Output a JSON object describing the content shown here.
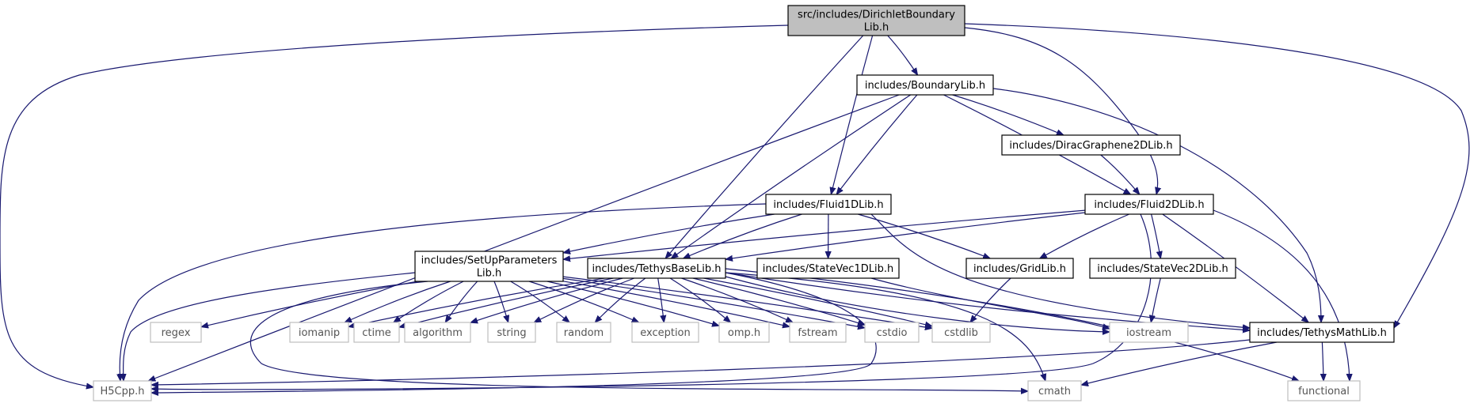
{
  "nodes": {
    "dirichlet": {
      "lines": [
        "src/includes/DirichletBoundary",
        "Lib.h"
      ],
      "kind": "root"
    },
    "boundary": {
      "lines": [
        "includes/BoundaryLib.h"
      ],
      "kind": "project"
    },
    "dirac": {
      "lines": [
        "includes/DiracGraphene2DLib.h"
      ],
      "kind": "project"
    },
    "fluid1d": {
      "lines": [
        "includes/Fluid1DLib.h"
      ],
      "kind": "project"
    },
    "fluid2d": {
      "lines": [
        "includes/Fluid2DLib.h"
      ],
      "kind": "project"
    },
    "setup": {
      "lines": [
        "includes/SetUpParameters",
        "Lib.h"
      ],
      "kind": "project"
    },
    "tethysbase": {
      "lines": [
        "includes/TethysBaseLib.h"
      ],
      "kind": "project"
    },
    "statevec1d": {
      "lines": [
        "includes/StateVec1DLib.h"
      ],
      "kind": "project"
    },
    "gridlib": {
      "lines": [
        "includes/GridLib.h"
      ],
      "kind": "project"
    },
    "statevec2d": {
      "lines": [
        "includes/StateVec2DLib.h"
      ],
      "kind": "project"
    },
    "tethysmath": {
      "lines": [
        "includes/TethysMathLib.h"
      ],
      "kind": "project"
    },
    "regex": {
      "lines": [
        "regex"
      ],
      "kind": "system"
    },
    "iomanip": {
      "lines": [
        "iomanip"
      ],
      "kind": "system"
    },
    "ctime": {
      "lines": [
        "ctime"
      ],
      "kind": "system"
    },
    "algorithm": {
      "lines": [
        "algorithm"
      ],
      "kind": "system"
    },
    "string": {
      "lines": [
        "string"
      ],
      "kind": "system"
    },
    "random": {
      "lines": [
        "random"
      ],
      "kind": "system"
    },
    "exception": {
      "lines": [
        "exception"
      ],
      "kind": "system"
    },
    "omph": {
      "lines": [
        "omp.h"
      ],
      "kind": "system"
    },
    "fstream": {
      "lines": [
        "fstream"
      ],
      "kind": "system"
    },
    "cstdio": {
      "lines": [
        "cstdio"
      ],
      "kind": "system"
    },
    "cstdlib": {
      "lines": [
        "cstdlib"
      ],
      "kind": "system"
    },
    "iostream": {
      "lines": [
        "iostream"
      ],
      "kind": "system"
    },
    "h5cpp": {
      "lines": [
        "H5Cpp.h"
      ],
      "kind": "system"
    },
    "cmath": {
      "lines": [
        "cmath"
      ],
      "kind": "system"
    },
    "functional": {
      "lines": [
        "functional"
      ],
      "kind": "system"
    }
  },
  "edges": [
    [
      "dirichlet",
      "boundary"
    ],
    [
      "dirichlet",
      "fluid1d"
    ],
    [
      "dirichlet",
      "fluid2d"
    ],
    [
      "dirichlet",
      "tethysbase"
    ],
    [
      "dirichlet",
      "tethysmath"
    ],
    [
      "dirichlet",
      "h5cpp"
    ],
    [
      "boundary",
      "dirac"
    ],
    [
      "boundary",
      "fluid1d"
    ],
    [
      "boundary",
      "fluid2d"
    ],
    [
      "boundary",
      "tethysbase"
    ],
    [
      "boundary",
      "tethysmath"
    ],
    [
      "boundary",
      "h5cpp"
    ],
    [
      "dirac",
      "fluid2d"
    ],
    [
      "fluid1d",
      "setup"
    ],
    [
      "fluid1d",
      "tethysbase"
    ],
    [
      "fluid1d",
      "statevec1d"
    ],
    [
      "fluid1d",
      "gridlib"
    ],
    [
      "fluid1d",
      "tethysmath"
    ],
    [
      "fluid1d",
      "h5cpp"
    ],
    [
      "fluid2d",
      "setup"
    ],
    [
      "fluid2d",
      "tethysbase"
    ],
    [
      "fluid2d",
      "gridlib"
    ],
    [
      "fluid2d",
      "statevec2d"
    ],
    [
      "fluid2d",
      "tethysmath"
    ],
    [
      "fluid2d",
      "h5cpp"
    ],
    [
      "fluid2d",
      "functional"
    ],
    [
      "setup",
      "regex"
    ],
    [
      "setup",
      "iomanip"
    ],
    [
      "setup",
      "ctime"
    ],
    [
      "setup",
      "algorithm"
    ],
    [
      "setup",
      "string"
    ],
    [
      "setup",
      "random"
    ],
    [
      "setup",
      "exception"
    ],
    [
      "setup",
      "omph"
    ],
    [
      "setup",
      "fstream"
    ],
    [
      "setup",
      "cstdio"
    ],
    [
      "setup",
      "cstdlib"
    ],
    [
      "setup",
      "h5cpp"
    ],
    [
      "setup",
      "cmath"
    ],
    [
      "tethysbase",
      "iomanip"
    ],
    [
      "tethysbase",
      "ctime"
    ],
    [
      "tethysbase",
      "algorithm"
    ],
    [
      "tethysbase",
      "string"
    ],
    [
      "tethysbase",
      "random"
    ],
    [
      "tethysbase",
      "exception"
    ],
    [
      "tethysbase",
      "omph"
    ],
    [
      "tethysbase",
      "fstream"
    ],
    [
      "tethysbase",
      "cstdio"
    ],
    [
      "tethysbase",
      "cstdlib"
    ],
    [
      "tethysbase",
      "iostream"
    ],
    [
      "tethysbase",
      "tethysmath"
    ],
    [
      "tethysbase",
      "h5cpp"
    ],
    [
      "tethysbase",
      "cmath"
    ],
    [
      "tethysbase",
      "functional"
    ],
    [
      "statevec1d",
      "iostream"
    ],
    [
      "gridlib",
      "cstdlib"
    ],
    [
      "statevec2d",
      "iostream"
    ],
    [
      "tethysmath",
      "h5cpp"
    ],
    [
      "tethysmath",
      "cmath"
    ],
    [
      "tethysmath",
      "functional"
    ]
  ],
  "colors": {
    "edge": "#191970",
    "root_fill": "#bfbfbf",
    "system_border": "#bfbfbf",
    "project_border": "#000000"
  }
}
